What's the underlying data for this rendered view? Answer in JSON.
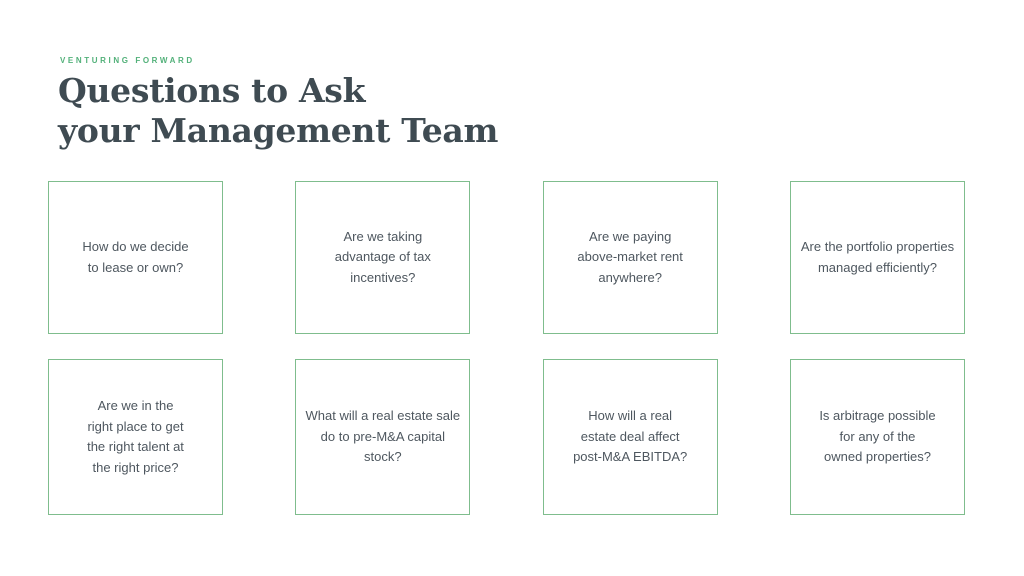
{
  "slide": {
    "eyebrow": "VENTURING FORWARD",
    "title": "Questions to Ask\nyour Management Team"
  },
  "cards": [
    {
      "text": "How do we decide\nto lease or own?"
    },
    {
      "text": "Are we taking\nadvantage of tax\nincentives?"
    },
    {
      "text": "Are we paying\nabove-market rent\nanywhere?"
    },
    {
      "text": "Are the portfolio properties\nmanaged efficiently?"
    },
    {
      "text": "Are we in the\nright place to get\nthe right talent at\nthe right price?"
    },
    {
      "text": "What will a real estate sale\ndo to pre-M&A capital\nstock?"
    },
    {
      "text": "How will a real\nestate deal affect\npost-M&A EBITDA?"
    },
    {
      "text": "Is arbitrage possible\nfor any of the\nowned properties?"
    }
  ],
  "colors": {
    "accent_green": "#53b17a",
    "card_border_green": "#7fbd8d",
    "title_slate": "#3f4b52",
    "body_gray": "#4e575f",
    "background": "#ffffff"
  }
}
